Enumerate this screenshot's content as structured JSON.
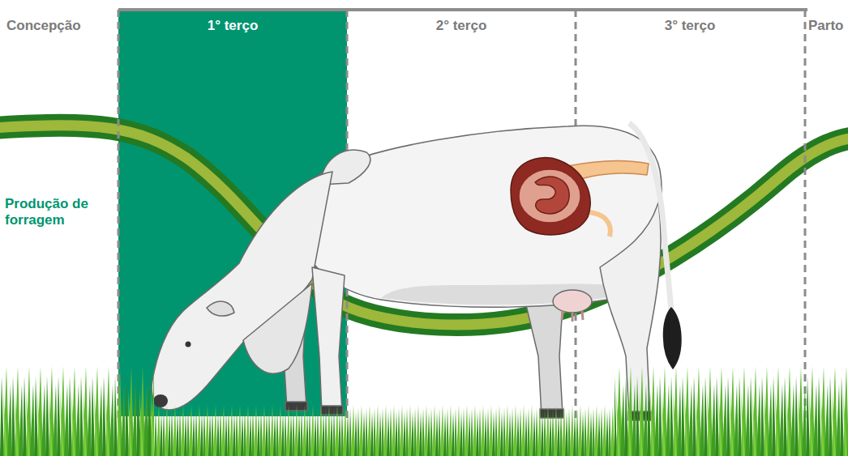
{
  "diagram": {
    "nodes": [
      {
        "text": [
          "1° terço"
        ]
      }
    ],
    "labels": [
      "Concepção",
      "2° terço",
      "3° terço",
      "Parto",
      "Produção de forragem"
    ]
  }
}
